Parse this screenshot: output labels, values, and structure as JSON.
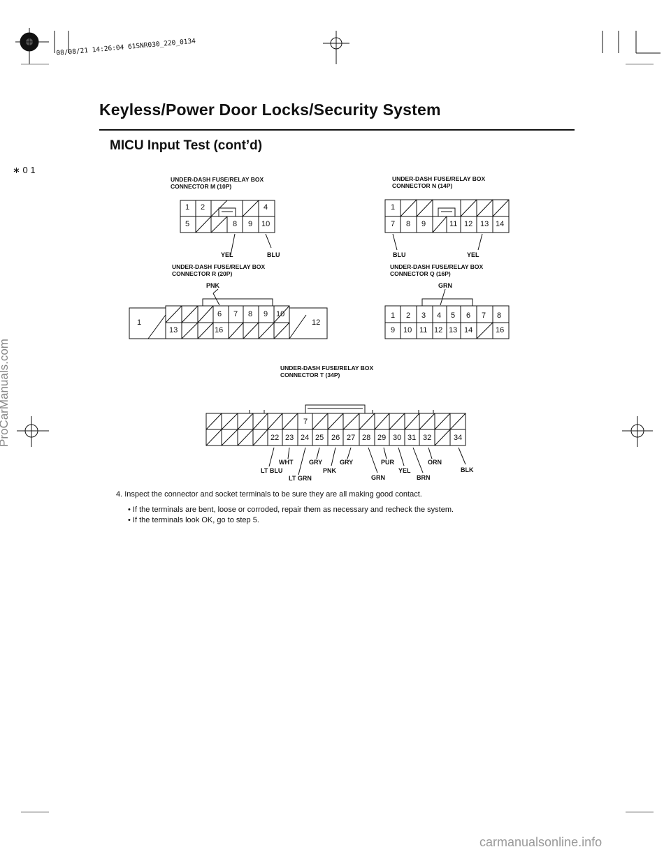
{
  "header": {
    "title": "Keyless/Power Door Locks/Security System",
    "section": "MICU Input Test (cont’d)",
    "print_stamp": "08/08/21 14:26:04 61SNR030_220_0134",
    "page_mark": "∗ 0 1"
  },
  "connectors": {
    "m": {
      "label_line1": "UNDER-DASH FUSE/RELAY BOX",
      "label_line2": "CONNECTOR M (10P)",
      "pins_top": [
        "1",
        "2",
        "4"
      ],
      "pins_bottom": [
        "5",
        "8",
        "9",
        "10"
      ],
      "wires": [
        "YEL",
        "BLU"
      ]
    },
    "n": {
      "label_line1": "UNDER-DASH FUSE/RELAY BOX",
      "label_line2": "CONNECTOR N (14P)",
      "pins_top": [
        "1"
      ],
      "pins_bottom": [
        "7",
        "8",
        "9",
        "11",
        "12",
        "13",
        "14"
      ],
      "wires": [
        "BLU",
        "YEL"
      ]
    },
    "r": {
      "label_line1": "UNDER-DASH FUSE/RELAY BOX",
      "label_line2": "CONNECTOR R (20P)",
      "pins_top": [
        "1",
        "6",
        "7",
        "8",
        "9",
        "10",
        "12"
      ],
      "pins_bottom": [
        "13",
        "16"
      ],
      "wires": [
        "PNK"
      ]
    },
    "q": {
      "label_line1": "UNDER-DASH FUSE/RELAY BOX",
      "label_line2": "CONNECTOR Q (16P)",
      "pins_top": [
        "1",
        "2",
        "3",
        "4",
        "5",
        "6",
        "7",
        "8"
      ],
      "pins_bottom": [
        "9",
        "10",
        "11",
        "12",
        "13",
        "14",
        "16"
      ],
      "wires": [
        "GRN"
      ]
    },
    "t": {
      "label_line1": "UNDER-DASH FUSE/RELAY BOX",
      "label_line2": "CONNECTOR T (34P)",
      "pins_top": [
        "7"
      ],
      "pins_bottom": [
        "22",
        "23",
        "24",
        "25",
        "26",
        "27",
        "28",
        "29",
        "30",
        "31",
        "32",
        "34"
      ],
      "wires_upper": [
        "WHT",
        "GRY",
        "GRY",
        "PUR",
        "ORN"
      ],
      "wires_lower": [
        "LT BLU",
        "LT GRN",
        "PNK",
        "GRN",
        "YEL",
        "BRN",
        "BLK"
      ]
    }
  },
  "instructions": {
    "step": "4.  Inspect the connector and socket terminals to be sure they are all making good contact.",
    "bullets": [
      "• If the terminals are bent, loose or corroded, repair them as necessary and recheck the system.",
      "• If the terminals look OK, go to step 5."
    ]
  },
  "watermarks": {
    "side": "ProCarManuals.com",
    "bottom": "carmanualsonline.info"
  }
}
